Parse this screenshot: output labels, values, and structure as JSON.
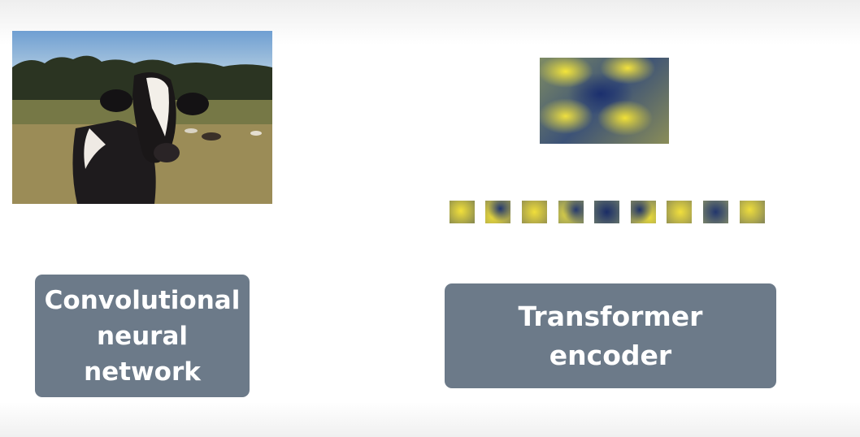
{
  "cnn": {
    "label_line1": "Convolutional",
    "label_line2": "neural",
    "label_line3": "network"
  },
  "transformer": {
    "label_line1": "Transformer",
    "label_line2": "encoder"
  },
  "input_image": {
    "subject": "cow in a pasture"
  },
  "feature_map": {
    "colors": [
      "#f4e53a",
      "#1b2f6e"
    ]
  },
  "patches": [
    {
      "id": 1,
      "tone": "yellow"
    },
    {
      "id": 2,
      "tone": "yellow-blue"
    },
    {
      "id": 3,
      "tone": "yellow"
    },
    {
      "id": 4,
      "tone": "mixed"
    },
    {
      "id": 5,
      "tone": "blue"
    },
    {
      "id": 6,
      "tone": "blue-yellow"
    },
    {
      "id": 7,
      "tone": "yellow"
    },
    {
      "id": 8,
      "tone": "blue"
    },
    {
      "id": 9,
      "tone": "yellow"
    }
  ]
}
